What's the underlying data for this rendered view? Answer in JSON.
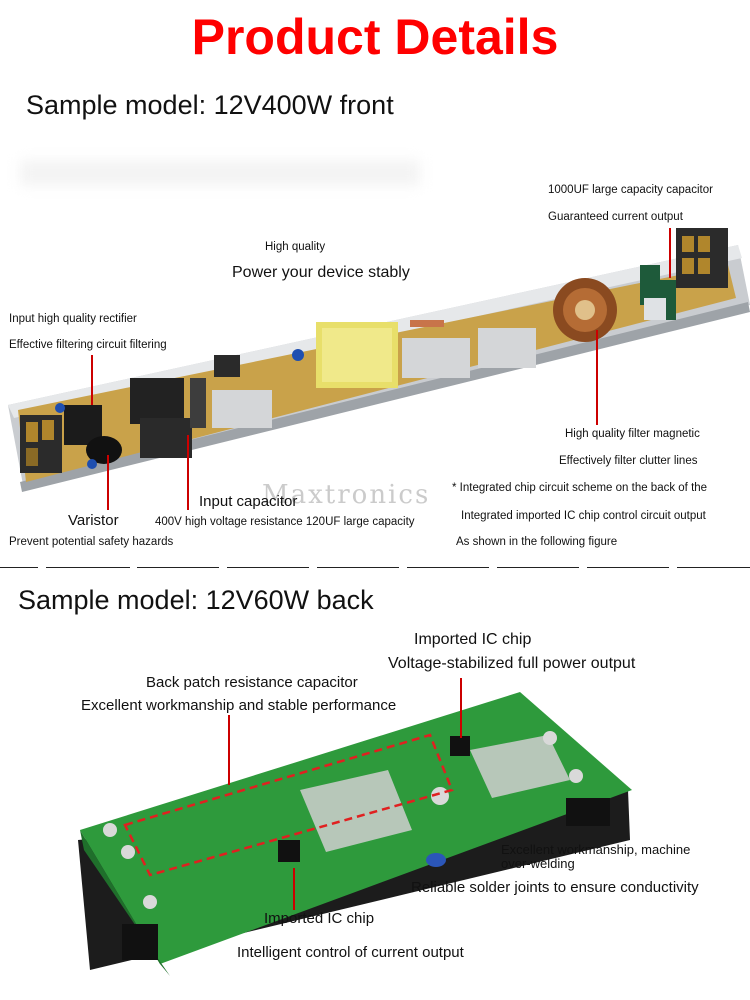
{
  "title": "Product Details",
  "front": {
    "heading": "Sample model: 12V400W front",
    "labels": {
      "cap_title": "1000UF large capacity capacitor",
      "cap_sub": "Guaranteed current output",
      "quality_title": "High quality",
      "quality_sub": "Power your device stably",
      "rectifier_title": "Input high quality rectifier",
      "rectifier_sub": "Effective filtering circuit filtering",
      "magnetic_title": "High quality filter magnetic",
      "magnetic_sub": "Effectively filter clutter lines",
      "chip_note_1": "* Integrated chip circuit scheme on the back of the",
      "chip_note_2": "Integrated imported IC chip control circuit output",
      "chip_note_3": "As shown in the following figure",
      "input_cap_title": "Input capacitor",
      "input_cap_sub": "400V high voltage resistance 120UF large capacity",
      "varistor_title": "Varistor",
      "varistor_sub": "Prevent potential safety hazards"
    },
    "watermark": "Maxtronics"
  },
  "back": {
    "heading": "Sample model: 12V60W back",
    "labels": {
      "ic_top_title": "Imported IC chip",
      "ic_top_sub": "Voltage-stabilized full power output",
      "patch_title": "Back patch resistance capacitor",
      "patch_sub": "Excellent workmanship and stable performance",
      "weld_title": "Excellent workmanship, machine",
      "weld_title_2": "over-welding",
      "weld_sub": "Reliable solder joints to ensure conductivity",
      "ic_bottom_title": "Imported IC chip",
      "ic_bottom_sub": "Intelligent control of current output"
    }
  }
}
